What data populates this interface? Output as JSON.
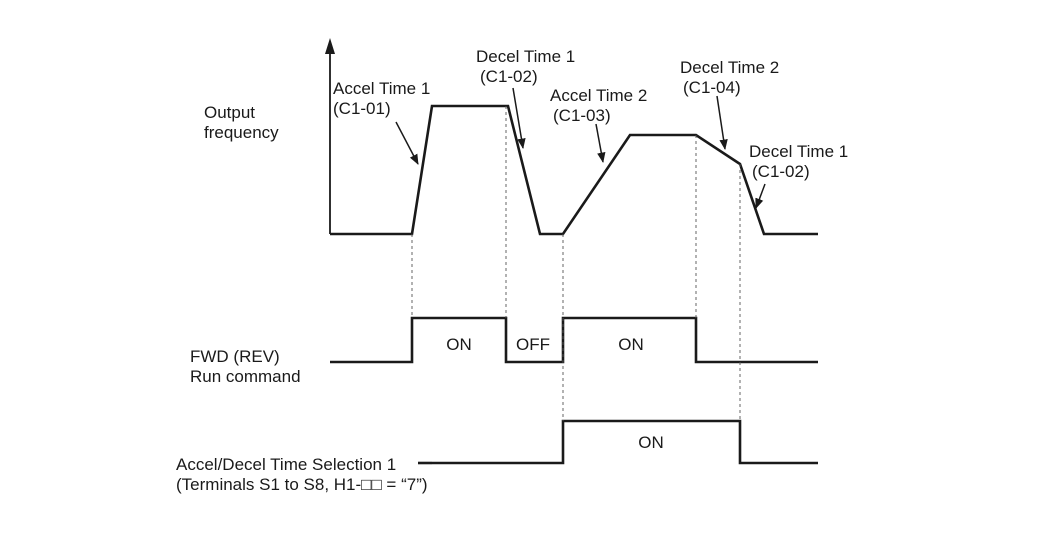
{
  "colors": {
    "background": "#ffffff",
    "ink": "#1a1a1a"
  },
  "icons": {
    "axis_arrow": "arrowhead",
    "leaders": "arrow-leaders"
  },
  "output": {
    "label_line1": "Output",
    "label_line2": "frequency"
  },
  "annotations": {
    "accel1_line1": "Accel Time 1",
    "accel1_line2": "(C1-01)",
    "decel1a_line1": "Decel Time 1",
    "decel1a_line2": "(C1-02)",
    "accel2_line1": "Accel Time 2",
    "accel2_line2": "(C1-03)",
    "decel2_line1": "Decel Time 2",
    "decel2_line2": "(C1-04)",
    "decel1b_line1": "Decel Time 1",
    "decel1b_line2": "(C1-02)"
  },
  "run": {
    "label_line1": "FWD (REV)",
    "label_line2": "Run command",
    "on1": "ON",
    "off": "OFF",
    "on2": "ON"
  },
  "selection": {
    "label_line1": "Accel/Decel Time Selection 1",
    "label_line2": "(Terminals S1 to S8, H1-□□ = “7”)",
    "on": "ON"
  }
}
